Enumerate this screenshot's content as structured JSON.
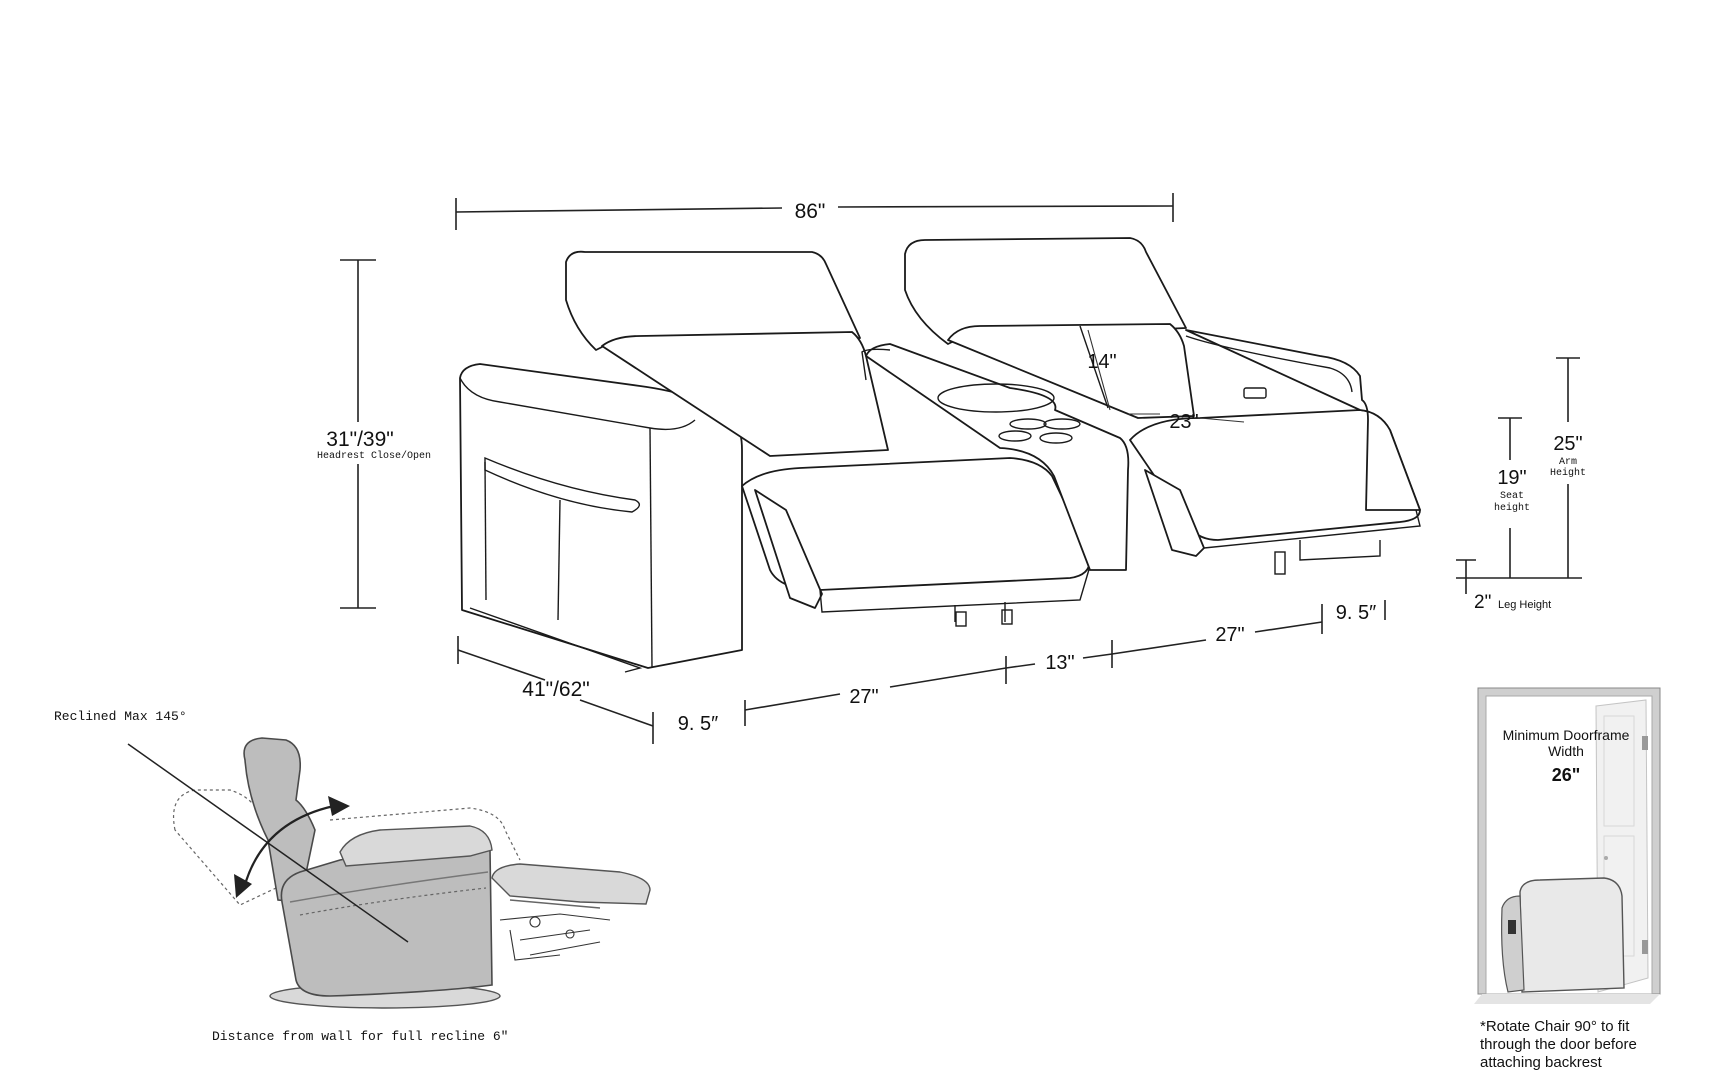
{
  "dimensions": {
    "overall_width": "86\"",
    "height": "31\"/39\"",
    "height_caption": "Headrest Close/Open",
    "depth": "41\"/62\"",
    "headrest": "14\"",
    "seat_depth": "23\"",
    "arm_left": "9. 5″",
    "seat_left": "27\"",
    "console": "13\"",
    "seat_right": "27\"",
    "arm_right": "9. 5″",
    "seat_height": "19\"",
    "seat_height_caption_1": "Seat",
    "seat_height_caption_2": "height",
    "arm_height": "25\"",
    "arm_height_caption_1": "Arm",
    "arm_height_caption_2": "Height",
    "leg_height": "2\"",
    "leg_height_caption": "Leg Height"
  },
  "recline": {
    "max_label": "Reclined Max 145°",
    "wall_distance": "Distance from wall for full recline 6″"
  },
  "doorframe": {
    "title_line1": "Minimum Doorframe",
    "title_line2": "Width",
    "width": "26\"",
    "note_line1": "*Rotate Chair 90° to fit",
    "note_line2": "through the door before",
    "note_line3": "attaching backrest"
  },
  "colors": {
    "line": "#1a1a1a",
    "recliner_fill": "#bdbdbd",
    "door_frame": "#c8c8c8"
  }
}
